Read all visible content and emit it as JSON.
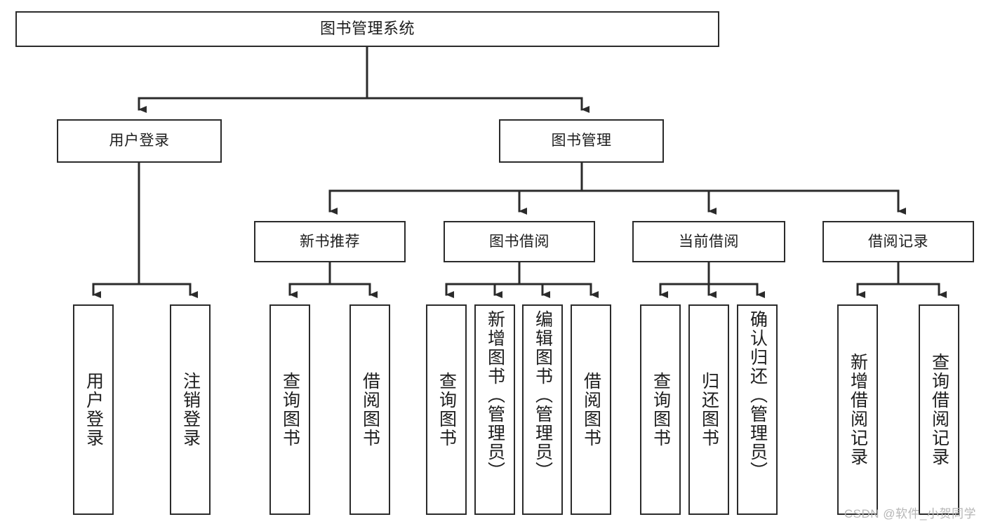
{
  "diagram": {
    "title": "图书管理系统",
    "type": "tree-structure-chart",
    "watermark": "CSDN @软件_小贺同学",
    "colors": {
      "background": "#ffffff",
      "box_border": "#2b2b2b",
      "box_fill": "#ffffff",
      "edge": "#2b2b2b",
      "text": "#1d1d1d",
      "watermark": "#b6b6b6"
    },
    "root": {
      "label": "图书管理系统"
    },
    "level2": [
      {
        "label": "用户登录"
      },
      {
        "label": "图书管理"
      }
    ],
    "level3": [
      {
        "label": "新书推荐"
      },
      {
        "label": "图书借阅"
      },
      {
        "label": "当前借阅"
      },
      {
        "label": "借阅记录"
      }
    ],
    "leaves": {
      "user_login": [
        {
          "label": "用户登录"
        },
        {
          "label": "注销登录"
        }
      ],
      "new_book_recommend": [
        {
          "label": "查询图书"
        },
        {
          "label": "借阅图书"
        }
      ],
      "book_borrow": [
        {
          "label": "查询图书"
        },
        {
          "label": "新增图书（管理员）"
        },
        {
          "label": "编辑图书（管理员）"
        },
        {
          "label": "借阅图书"
        }
      ],
      "current_borrow": [
        {
          "label": "查询图书"
        },
        {
          "label": "归还图书"
        },
        {
          "label": "确认归还（管理员）"
        }
      ],
      "borrow_records": [
        {
          "label": "新增借阅记录"
        },
        {
          "label": "查询借阅记录"
        }
      ]
    }
  }
}
